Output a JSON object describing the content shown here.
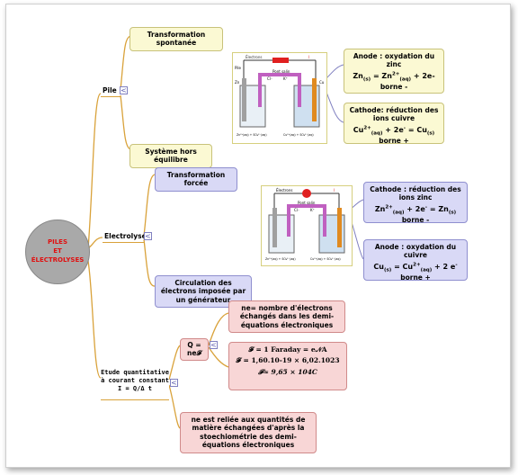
{
  "center": {
    "line1": "PILES",
    "line2": "ET",
    "line3": "ÉLECTROLYSES",
    "color": "#e01010"
  },
  "pile": {
    "label": "Pile",
    "spontaneous": "Transformation spontanée",
    "equilibrium": "Système hors équilibre",
    "anode": {
      "title": "Anode : oxydation du zinc",
      "eq": "Zn(s) = Zn2+(aq) + 2e-",
      "terminal": "borne -"
    },
    "cathode": {
      "title": "Cathode: réduction des ions cuivre",
      "eq": "Cu2+(aq) + 2e- = Cu(s)",
      "terminal": "borne +"
    },
    "diagram": {
      "labels": [
        "Électrons",
        "I",
        "Pile",
        "Zn",
        "Cl⁻",
        "K⁺",
        "Pont salin",
        "Cu",
        "Zn²⁺(aq) + SO₄²⁻(aq)",
        "Cu²⁺(aq) + SO₄²⁻(aq)"
      ]
    }
  },
  "electrolyse": {
    "label": "Electrolyse",
    "forced": "Transformation forcée",
    "circulation": "Circulation des électrons imposée par un générateur",
    "cathode": {
      "title": "Cathode : réduction des ions zinc",
      "eq": "Zn2+(aq) + 2e- = Zn(s)",
      "terminal": "borne -"
    },
    "anode": {
      "title": "Anode : oxydation du cuivre",
      "eq": "Cu(s) = Cu2+(aq) + 2 e-",
      "terminal": "borne +"
    },
    "diagram": {
      "labels": [
        "Électrons",
        "I",
        "Cl⁻",
        "K⁺",
        "Pont salin",
        "Zn²⁺(aq) + SO₄²⁻(aq)",
        "Cu²⁺(aq) + SO₄²⁻(aq)"
      ]
    }
  },
  "etude": {
    "label": "Etude quantitative à courant constant I = Q/Δ t",
    "q_formula": "Q = ne𝓕",
    "ne_def": "ne= nombre d'électrons échangés dans les demi-équations électroniques",
    "faraday1": "𝓕 = 1 Faraday = e𝒩A",
    "faraday2": "𝓕 = 1,60.10-19 × 6,02.1023",
    "faraday3": "𝓕≈ 9,65 × 104C",
    "ne_note": "ne est reliée aux quantités de matière échangées d'après la stoechiométrie des demi-équations électroniques"
  },
  "colors": {
    "yellow": "#fbf9d3",
    "blue": "#d9d9f6",
    "pink": "#f8d6d6",
    "branch": "#d9a23a"
  }
}
